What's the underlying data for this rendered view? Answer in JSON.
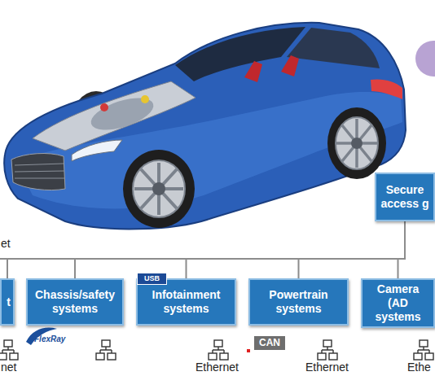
{
  "diagram": {
    "nodes": [
      {
        "text": [
          "Secure access g"
        ]
      },
      {
        "text": [
          "t"
        ]
      },
      {
        "text": [
          "Chassis/safety systems"
        ]
      },
      {
        "text": [
          "Infotainment systems"
        ]
      },
      {
        "text": [
          "Powertrain systems"
        ]
      },
      {
        "text": [
          "Camera (AD systems"
        ]
      }
    ],
    "edges": [
      {
        "from": 0,
        "to": 1,
        "arrow": "none"
      },
      {
        "from": 0,
        "to": 2,
        "arrow": "none"
      },
      {
        "from": 0,
        "to": 3,
        "arrow": "none"
      },
      {
        "from": 0,
        "to": 4,
        "arrow": "none"
      },
      {
        "from": 0,
        "to": 5,
        "arrow": "none"
      }
    ],
    "labels": [
      "et",
      "net",
      "FlexRay",
      "USB",
      "Ethernet",
      "CAN",
      "Ethernet",
      "Ethe"
    ]
  }
}
